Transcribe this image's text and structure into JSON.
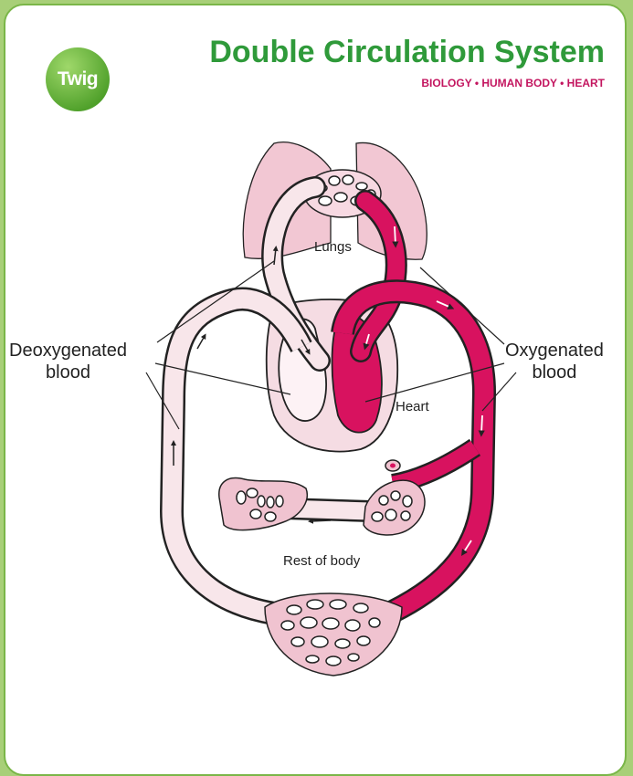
{
  "header": {
    "logo": "Twig",
    "title": "Double Circulation System",
    "subtitle": "BIOLOGY • HUMAN BODY • HEART"
  },
  "labels": {
    "lungs": "Lungs",
    "heart": "Heart",
    "rest_of_body": "Rest of body",
    "deoxygenated_line1": "Deoxygenated",
    "deoxygenated_line2": "blood",
    "oxygenated_line1": "Oxygenated",
    "oxygenated_line2": "blood"
  },
  "colors": {
    "border": "#7ab648",
    "background": "#a8cf78",
    "title": "#2f9a3a",
    "subtitle": "#c3155f",
    "oxygenated": "#d8125f",
    "deoxygenated": "#f8e6ea",
    "tissue": "#f0c3d0"
  }
}
